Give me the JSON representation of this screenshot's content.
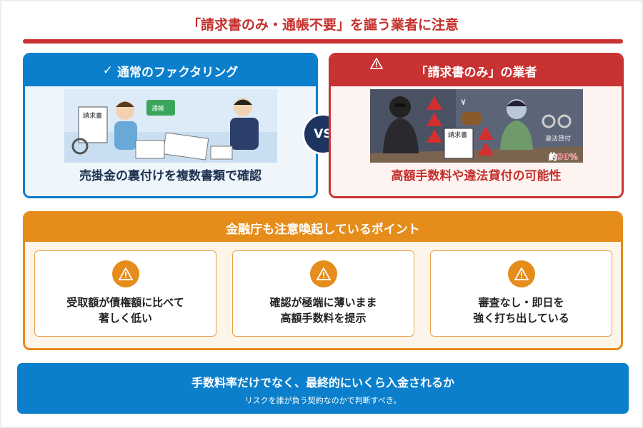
{
  "title": "「請求書のみ・通帳不要」を謳う業者に注意",
  "left": {
    "header": "通常のファクタリング",
    "check": "✓",
    "caption": "売掛金の裏付けを複数書類で確認",
    "illustration_labels": {
      "invoice": "請求書",
      "passbook": "通帳"
    }
  },
  "vs": "VS",
  "right": {
    "header": "「請求書のみ」の業者",
    "caption": "高額手数料や違法貸付の可能性",
    "illustration_labels": {
      "invoice": "請求書",
      "yen": "¥",
      "illegal": "違法貸付",
      "percent": "約90%"
    }
  },
  "points": {
    "header": "金融庁も注意喚起しているポイント",
    "items": [
      {
        "line1": "受取額が債権額に比べて",
        "line2": "著しく低い"
      },
      {
        "line1": "確認が極端に薄いまま",
        "line2": "高額手数料を提示"
      },
      {
        "line1": "審査なし・即日を",
        "line2": "強く打ち出している"
      }
    ]
  },
  "bottom": {
    "main": "手数料率だけでなく、最終的にいくら入金されるか",
    "sub": "リスクを誰が負う契約なのかで判断すべき。"
  },
  "colors": {
    "blue": "#0b7fcb",
    "red": "#c93232",
    "orange": "#e58c1a",
    "navy": "#1d3461"
  }
}
